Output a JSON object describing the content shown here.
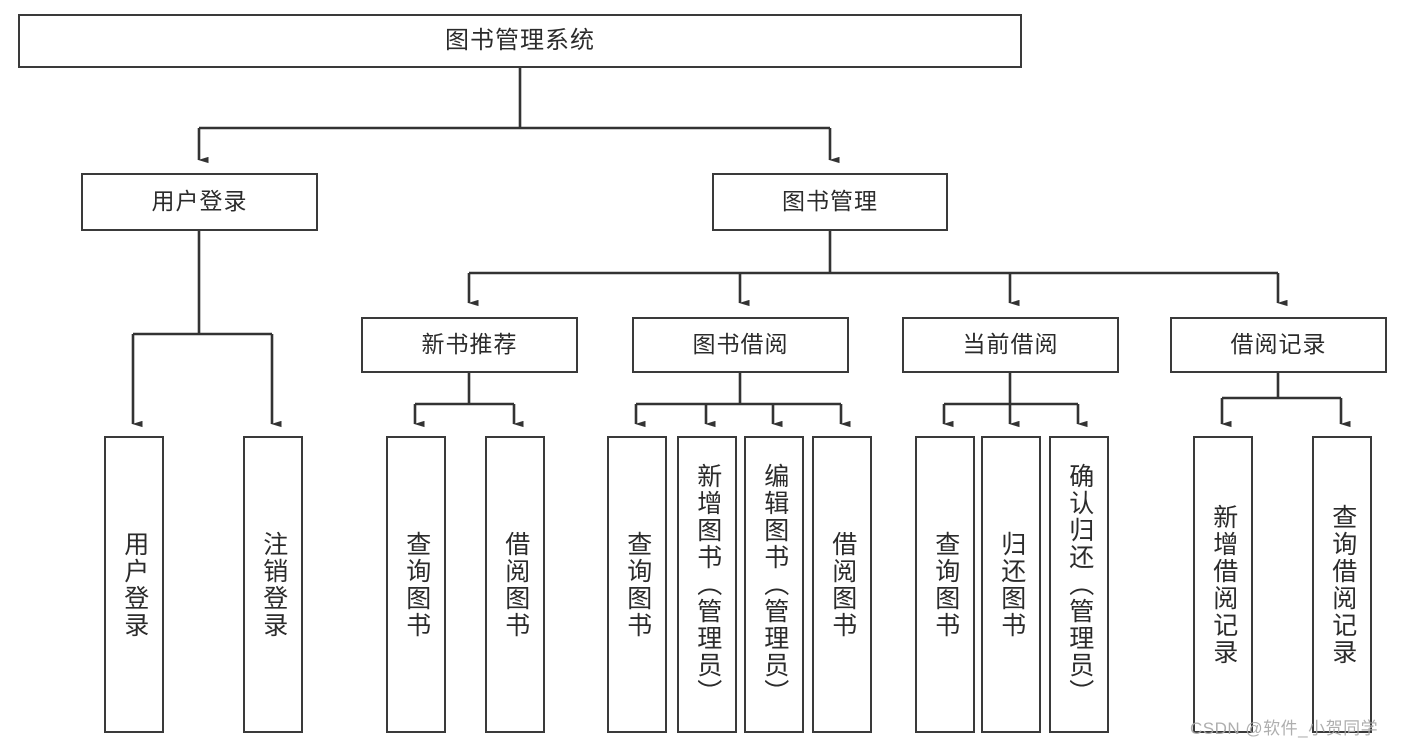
{
  "diagram": {
    "title": "图书管理系统",
    "type": "hierarchy-tree",
    "orientation": "top-down",
    "colors": {
      "box_border": "#3a3a3a",
      "box_fill": "#ffffff",
      "edge": "#333333",
      "text": "#2b2b2b",
      "watermark": "#a8a8a8",
      "background": "#ffffff"
    },
    "levels": 4,
    "nodes": {
      "root": {
        "label": "图书管理系统"
      },
      "level2": [
        {
          "id": "user-login",
          "label": "用户登录"
        },
        {
          "id": "book-management",
          "label": "图书管理"
        }
      ],
      "level3": [
        {
          "id": "new-book-recommend",
          "label": "新书推荐"
        },
        {
          "id": "book-borrow",
          "label": "图书借阅"
        },
        {
          "id": "current-borrow",
          "label": "当前借阅"
        },
        {
          "id": "borrow-record",
          "label": "借阅记录"
        }
      ],
      "leaves": {
        "user-login": [
          {
            "id": "leaf-user-login",
            "label": "用户登录"
          },
          {
            "id": "leaf-logout-login",
            "label": "注销登录"
          }
        ],
        "new-book-recommend": [
          {
            "id": "leaf-query-book-1",
            "label": "查询图书"
          },
          {
            "id": "leaf-borrow-book-1",
            "label": "借阅图书"
          }
        ],
        "book-borrow": [
          {
            "id": "leaf-query-book-2",
            "label": "查询图书"
          },
          {
            "id": "leaf-add-book-admin",
            "label": "新增图书（管理员）"
          },
          {
            "id": "leaf-edit-book-admin",
            "label": "编辑图书（管理员）"
          },
          {
            "id": "leaf-borrow-book-2",
            "label": "借阅图书"
          }
        ],
        "current-borrow": [
          {
            "id": "leaf-query-book-3",
            "label": "查询图书"
          },
          {
            "id": "leaf-return-book",
            "label": "归还图书"
          },
          {
            "id": "leaf-confirm-return-admin",
            "label": "确认归还（管理员）"
          }
        ],
        "borrow-record": [
          {
            "id": "leaf-add-borrow-record",
            "label": "新增借阅记录"
          },
          {
            "id": "leaf-query-borrow-record",
            "label": "查询借阅记录"
          }
        ]
      }
    },
    "watermark": "CSDN @软件_小贺同学"
  }
}
